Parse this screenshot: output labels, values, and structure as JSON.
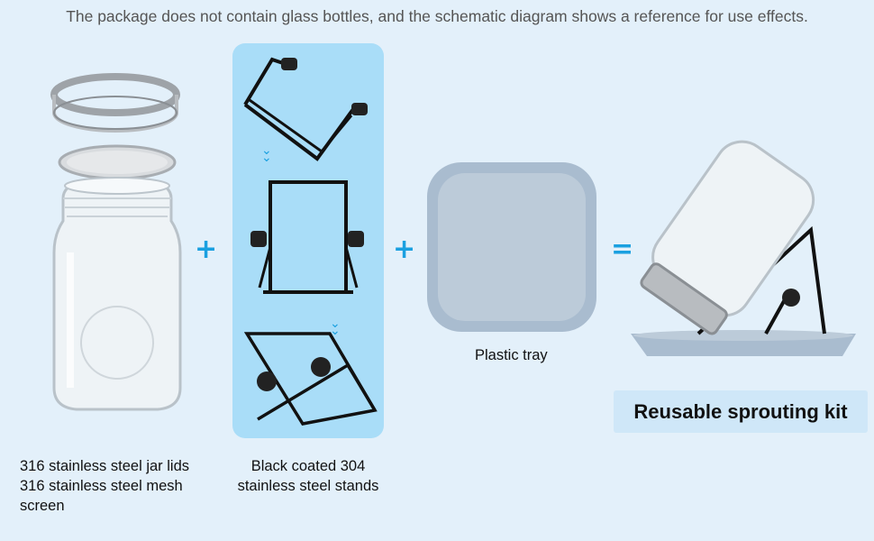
{
  "disclaimer": "The package does not contain glass bottles, and the schematic diagram shows a reference for use effects.",
  "operators": {
    "plus": "+",
    "equals": "="
  },
  "items": {
    "jar": {
      "caption_line1": "316 stainless steel jar lids",
      "caption_line2": "316 stainless steel mesh",
      "caption_line3": "screen"
    },
    "stands": {
      "caption_line1": "Black coated 304",
      "caption_line2": "stainless steel stands"
    },
    "tray": {
      "caption": "Plastic tray"
    }
  },
  "result": {
    "label": "Reusable sprouting kit"
  },
  "colors": {
    "background": "#e3f0fa",
    "panel": "#a9ddf8",
    "accent": "#1aa0e0",
    "tray": "#a9bccf",
    "label_box": "#cfe7f8"
  }
}
